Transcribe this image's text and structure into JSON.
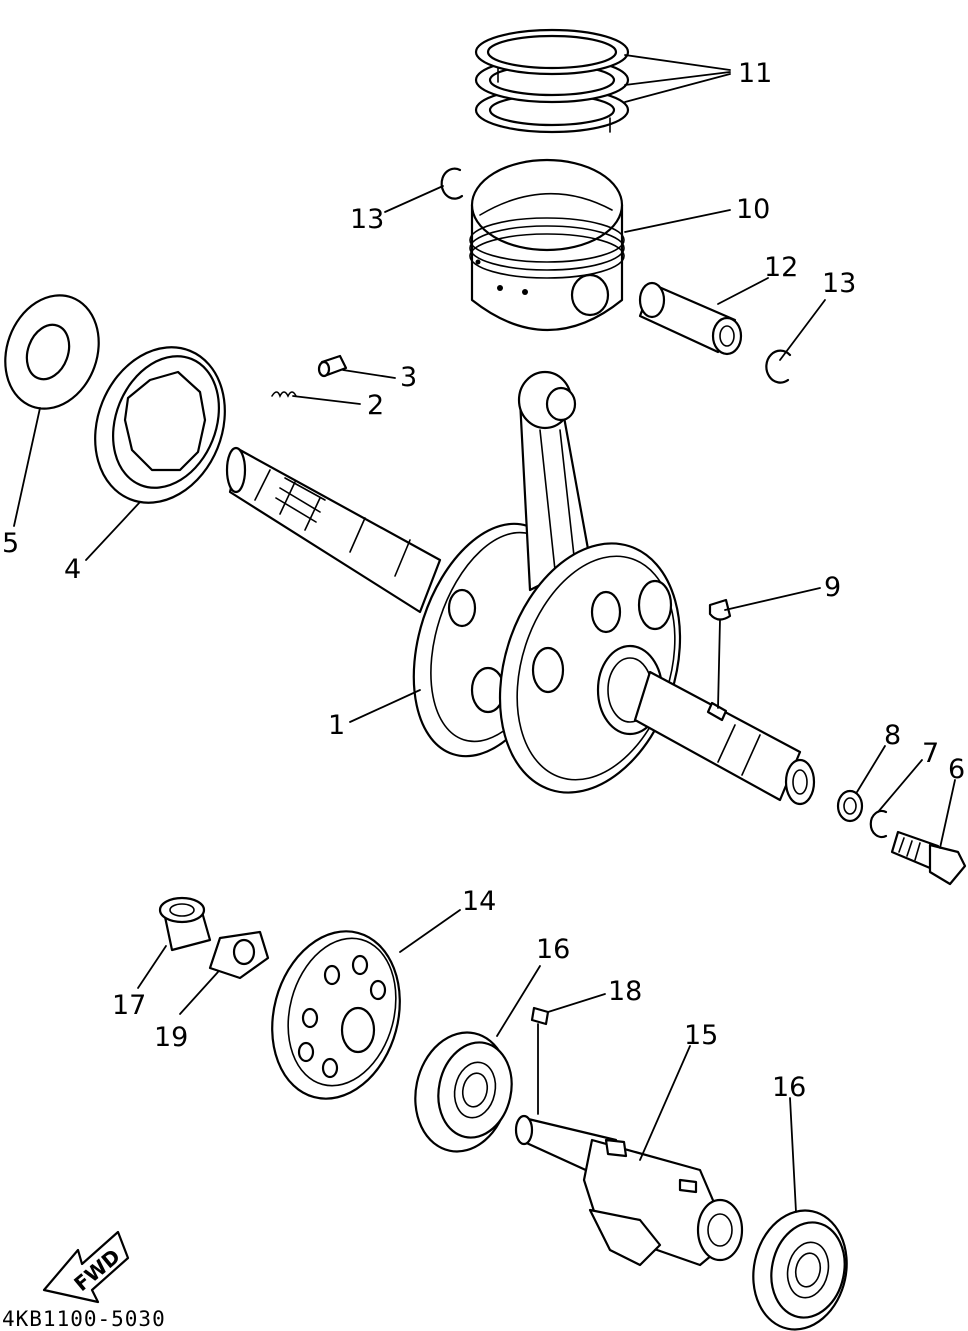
{
  "diagram": {
    "drawing_code": "4KB1100-5030",
    "direction_arrow": {
      "label": "FWD",
      "icon": "fwd-arrow-icon"
    },
    "callouts": [
      {
        "id": "1",
        "text": "1"
      },
      {
        "id": "2",
        "text": "2"
      },
      {
        "id": "3",
        "text": "3"
      },
      {
        "id": "4",
        "text": "4"
      },
      {
        "id": "5",
        "text": "5"
      },
      {
        "id": "6",
        "text": "6"
      },
      {
        "id": "7",
        "text": "7"
      },
      {
        "id": "8",
        "text": "8"
      },
      {
        "id": "9",
        "text": "9"
      },
      {
        "id": "10",
        "text": "10"
      },
      {
        "id": "11",
        "text": "11"
      },
      {
        "id": "12",
        "text": "12"
      },
      {
        "id": "13a",
        "text": "13"
      },
      {
        "id": "13b",
        "text": "13"
      },
      {
        "id": "14",
        "text": "14"
      },
      {
        "id": "15",
        "text": "15"
      },
      {
        "id": "16a",
        "text": "16"
      },
      {
        "id": "16b",
        "text": "16"
      },
      {
        "id": "17",
        "text": "17"
      },
      {
        "id": "18",
        "text": "18"
      },
      {
        "id": "19",
        "text": "19"
      }
    ]
  },
  "colors": {
    "ink": "#000000",
    "paper": "#ffffff"
  }
}
